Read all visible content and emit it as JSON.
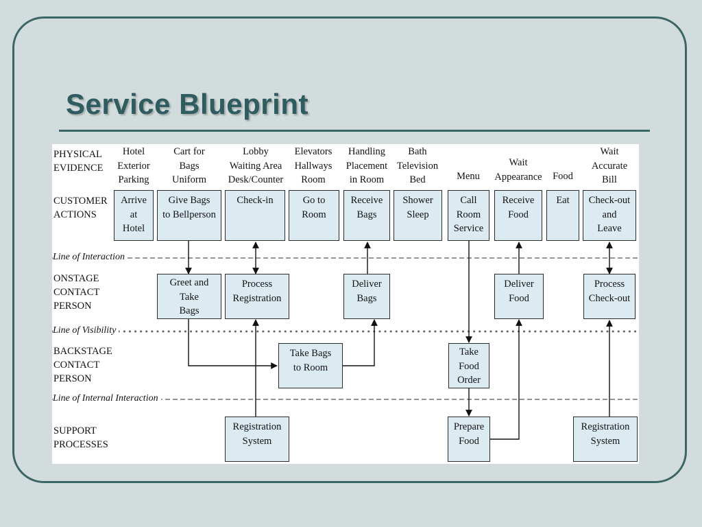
{
  "slide": {
    "title": "Service Blueprint"
  },
  "rows": {
    "physical_evidence": "PHYSICAL\nEVIDENCE",
    "customer_actions": "CUSTOMER\nACTIONS",
    "onstage": "ONSTAGE\nCONTACT\nPERSON",
    "backstage": "BACKSTAGE\nCONTACT\nPERSON",
    "support": "SUPPORT\nPROCESSES"
  },
  "lines": {
    "interaction": "Line of Interaction",
    "visibility": "Line of Visibility",
    "internal": "Line of Internal Interaction"
  },
  "evidence": [
    "Hotel\nExterior\nParking",
    "Cart for\nBags\nUniform",
    "Lobby\nWaiting Area\nDesk/Counter",
    "Elevators\nHallways\nRoom",
    "Handling\nPlacement\nin Room",
    "Bath\nTelevision\nBed",
    "Menu",
    "Wait\nAppearance",
    "Food",
    "Wait\nAccurate\nBill"
  ],
  "customer_actions": [
    "Arrive\nat\nHotel",
    "Give Bags\nto Bellperson",
    "Check-in",
    "Go to\nRoom",
    "Receive\nBags",
    "Shower\nSleep",
    "Call\nRoom\nService",
    "Receive\nFood",
    "Eat",
    "Check-out\nand\nLeave"
  ],
  "onstage": [
    "Greet and\nTake\nBags",
    "Process\nRegistration",
    "Deliver\nBags",
    "Deliver\nFood",
    "Process\nCheck-out"
  ],
  "backstage": [
    "Take Bags\nto Room",
    "Take\nFood\nOrder"
  ],
  "support": [
    "Registration\nSystem",
    "Prepare\nFood",
    "Registration\nSystem"
  ],
  "colors": {
    "frame": "#3a6666",
    "title": "#2e5c60",
    "box_fill": "#dcebf2",
    "background": "#d3dcdc"
  }
}
